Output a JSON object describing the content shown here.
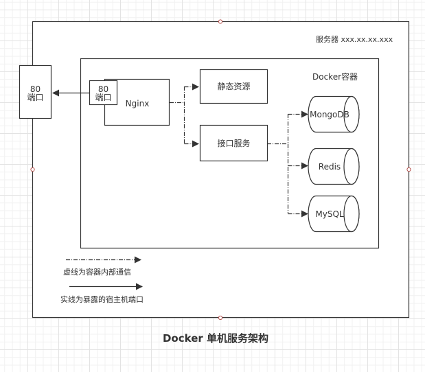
{
  "diagram": {
    "title": "Docker 单机服务架构",
    "server": {
      "label": "服务器 xxx.xx.xx.xxx"
    },
    "docker": {
      "label": "Docker容器"
    },
    "host_port": {
      "number": "80",
      "label": "端口"
    },
    "nginx": {
      "label": "Nginx",
      "port_number": "80",
      "port_label": "端口"
    },
    "static_resources": {
      "label": "静态资源"
    },
    "api_service": {
      "label": "接口服务"
    },
    "databases": [
      {
        "label": "MongoDB"
      },
      {
        "label": "Redis"
      },
      {
        "label": "MySQL"
      }
    ],
    "legend": {
      "dashed": "虚线为容器内部通信",
      "solid": "实线为暴露的宿主机端口"
    },
    "colors": {
      "stroke": "#333333",
      "text": "#333333",
      "handle": "#b85450",
      "background": "#ffffff"
    }
  }
}
